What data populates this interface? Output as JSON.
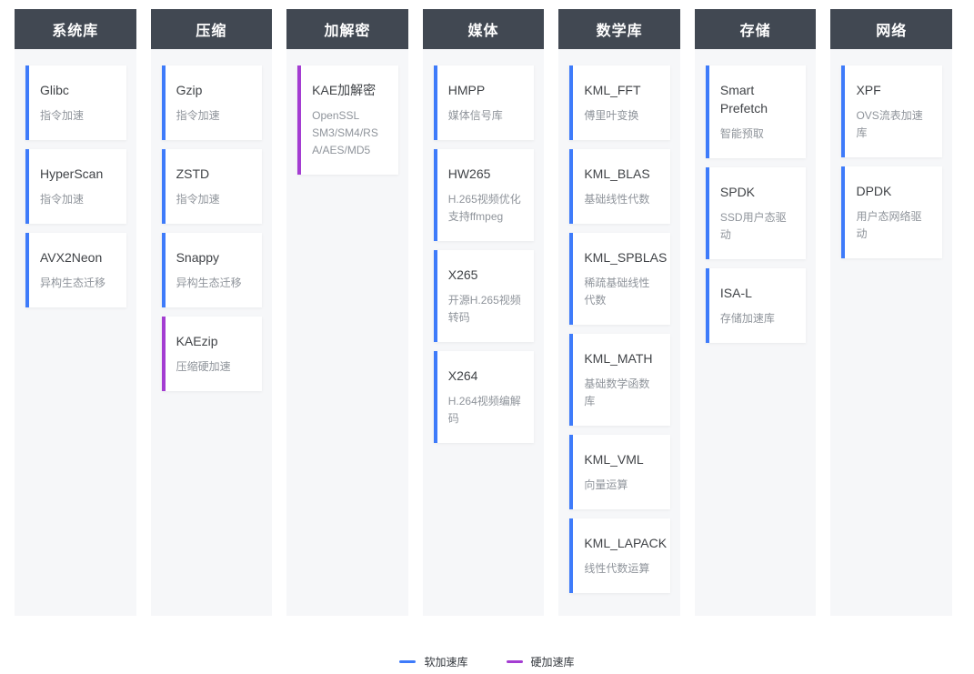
{
  "colors": {
    "header_bg": "#414852",
    "column_bg": "#f6f7f9",
    "card_bg": "#ffffff",
    "soft": "#3e7bfa",
    "hard": "#a43dd2"
  },
  "legend": {
    "items": [
      {
        "label": "软加速库",
        "type": "soft",
        "color": "#3e7bfa"
      },
      {
        "label": "硬加速库",
        "type": "hard",
        "color": "#a43dd2"
      }
    ]
  },
  "columns": [
    {
      "title": "系统库",
      "cards": [
        {
          "name": "Glibc",
          "desc": "指令加速",
          "type": "soft"
        },
        {
          "name": "HyperScan",
          "desc": "指令加速",
          "type": "soft"
        },
        {
          "name": "AVX2Neon",
          "desc": "异构生态迁移",
          "type": "soft"
        }
      ]
    },
    {
      "title": "压缩",
      "cards": [
        {
          "name": "Gzip",
          "desc": "指令加速",
          "type": "soft"
        },
        {
          "name": "ZSTD",
          "desc": "指令加速",
          "type": "soft"
        },
        {
          "name": "Snappy",
          "desc": "异构生态迁移",
          "type": "soft"
        },
        {
          "name": "KAEzip",
          "desc": "压缩硬加速",
          "type": "hard"
        }
      ]
    },
    {
      "title": "加解密",
      "cards": [
        {
          "name": "KAE加解密",
          "desc": "OpenSSL SM3/SM4/RSA/AES/MD5",
          "type": "hard"
        }
      ]
    },
    {
      "title": "媒体",
      "cards": [
        {
          "name": "HMPP",
          "desc": "媒体信号库",
          "type": "soft"
        },
        {
          "name": "HW265",
          "desc": "H.265视频优化 支持ffmpeg",
          "type": "soft"
        },
        {
          "name": "X265",
          "desc": "开源H.265视频转码",
          "type": "soft"
        },
        {
          "name": "X264",
          "desc": "H.264视频编解码",
          "type": "soft"
        }
      ]
    },
    {
      "title": "数学库",
      "cards": [
        {
          "name": "KML_FFT",
          "desc": "傅里叶变换",
          "type": "soft"
        },
        {
          "name": "KML_BLAS",
          "desc": "基础线性代数",
          "type": "soft"
        },
        {
          "name": "KML_SPBLAS",
          "desc": "稀疏基础线性代数",
          "type": "soft"
        },
        {
          "name": "KML_MATH",
          "desc": "基础数学函数库",
          "type": "soft"
        },
        {
          "name": "KML_VML",
          "desc": "向量运算",
          "type": "soft"
        },
        {
          "name": "KML_LAPACK",
          "desc": "线性代数运算",
          "type": "soft"
        }
      ]
    },
    {
      "title": "存储",
      "cards": [
        {
          "name": "Smart Prefetch",
          "desc": "智能预取",
          "type": "soft"
        },
        {
          "name": "SPDK",
          "desc": "SSD用户态驱动",
          "type": "soft"
        },
        {
          "name": "ISA-L",
          "desc": "存储加速库",
          "type": "soft"
        }
      ]
    },
    {
      "title": "网络",
      "cards": [
        {
          "name": "XPF",
          "desc": "OVS流表加速库",
          "type": "soft"
        },
        {
          "name": "DPDK",
          "desc": "用户态网络驱动",
          "type": "soft"
        }
      ]
    }
  ]
}
